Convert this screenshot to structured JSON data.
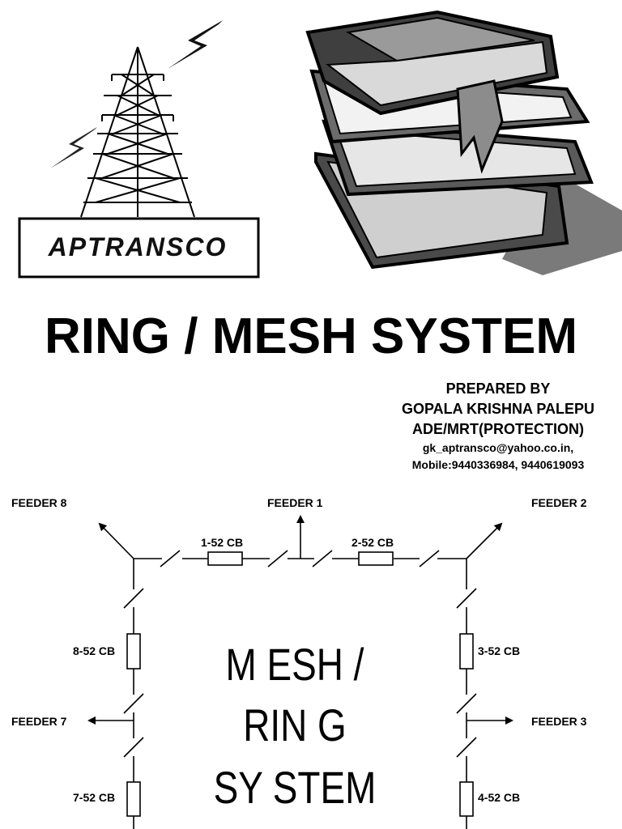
{
  "logo": {
    "text": "APTRANSCO"
  },
  "title": "RING / MESH SYSTEM",
  "credits": {
    "prepared_by": "PREPARED BY",
    "name": "GOPALA KRISHNA PALEPU",
    "designation": "ADE/MRT(PROTECTION)",
    "email": "gk_aptransco@yahoo.co.in,",
    "mobile": "Mobile:9440336984, 9440619093"
  },
  "diagram": {
    "feeders": {
      "f1": "FEEDER 1",
      "f2": "FEEDER 2",
      "f3": "FEEDER 3",
      "f7": "FEEDER 7",
      "f8": "FEEDER 8"
    },
    "breakers": {
      "cb1": "1-52 CB",
      "cb2": "2-52 CB",
      "cb3": "3-52 CB",
      "cb4": "4-52 CB",
      "cb7": "7-52 CB",
      "cb8": "8-52 CB"
    },
    "center": {
      "line1": "M ESH  /",
      "line2": "RIN G",
      "line3": "SY STEM"
    }
  }
}
